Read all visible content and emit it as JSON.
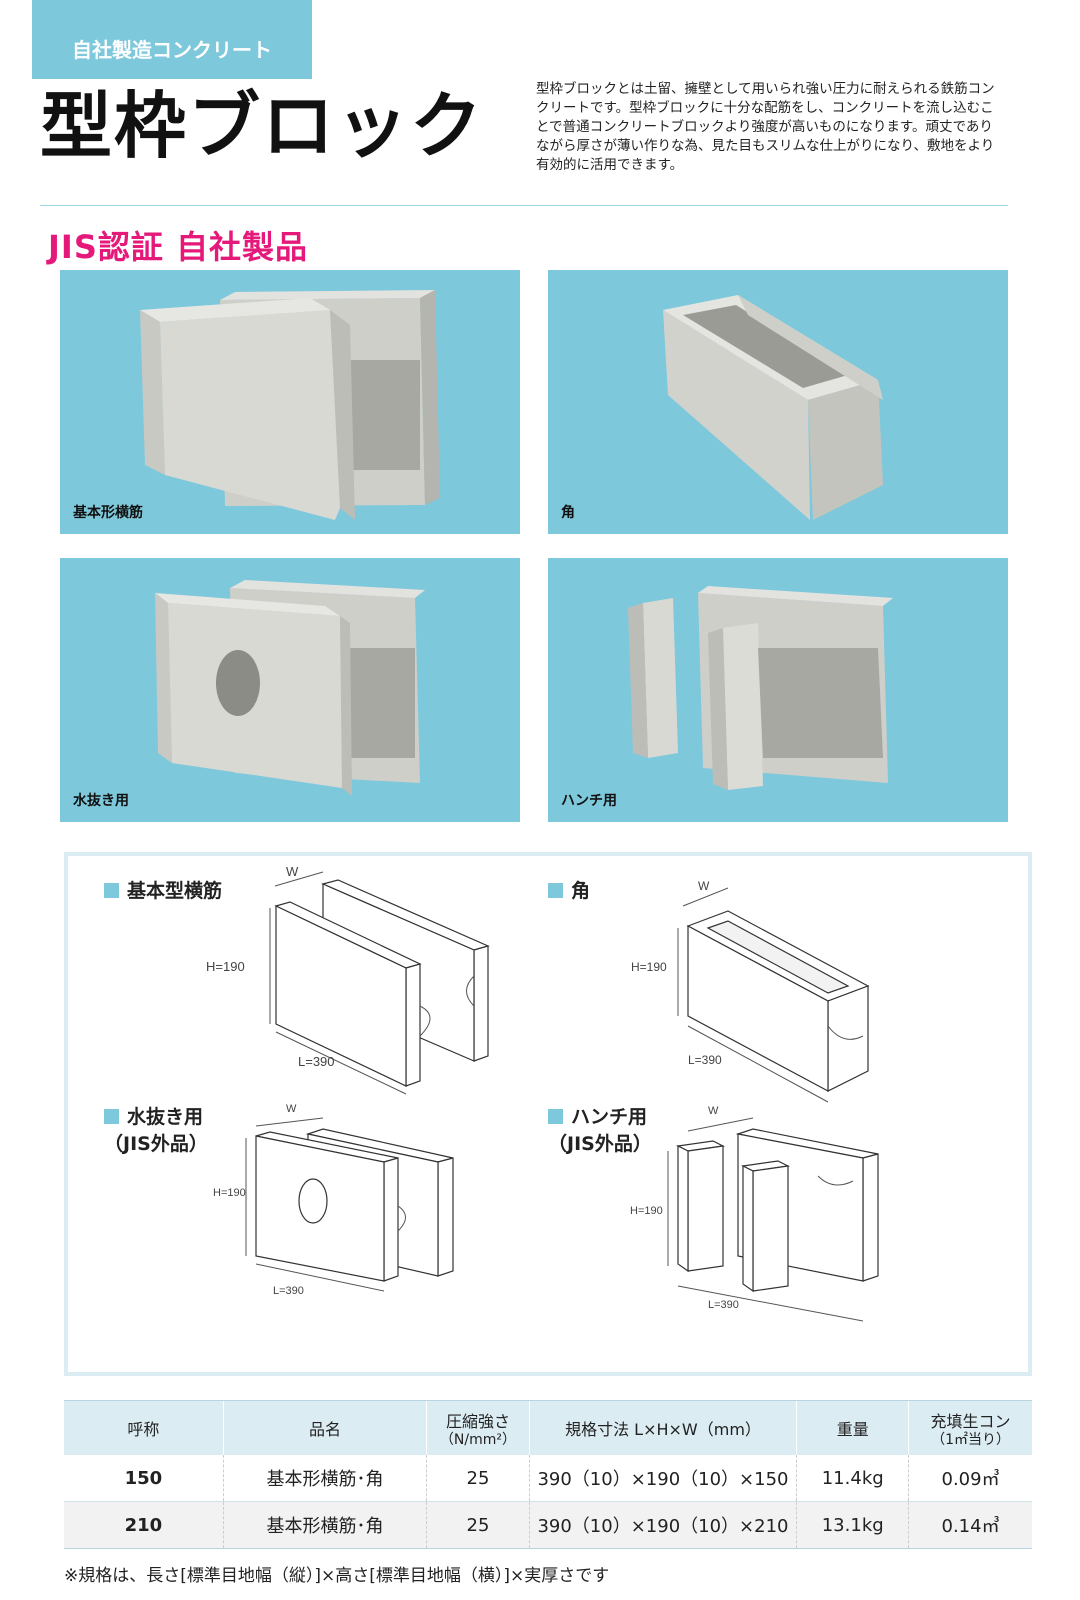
{
  "header": {
    "tag": "自社製造コンクリート",
    "title": "型枠ブロック",
    "description": "型枠ブロックとは土留、擁壁として用いられ強い圧力に耐えられる鉄筋コンクリートです。型枠ブロックに十分な配筋をし、コンクリートを流し込むことで普通コンクリートブロックより強度が高いものになります。頑丈でありながら厚さが薄い作りな為、見た目もスリムな仕上がりになり、敷地をより有効的に活用できます。"
  },
  "jis_heading": "JIS認証 自社製品",
  "photos": [
    {
      "label": "基本形横筋"
    },
    {
      "label": "角"
    },
    {
      "label": "水抜き用"
    },
    {
      "label": "ハンチ用"
    }
  ],
  "diagrams": {
    "basic": {
      "title": "基本型横筋",
      "w": "W",
      "h": "H=190",
      "l": "L=390"
    },
    "corner": {
      "title": "角",
      "w": "W",
      "h": "H=190",
      "l": "L=390"
    },
    "drain": {
      "title": "水抜き用",
      "sub": "（JIS外品）",
      "w": "W",
      "h": "H=190",
      "l": "L=390"
    },
    "haunch": {
      "title": "ハンチ用",
      "sub": "（JIS外品）",
      "w": "W",
      "h": "H=190",
      "l": "L=390"
    }
  },
  "table": {
    "headers": {
      "nominal": "呼称",
      "product": "品名",
      "strength": "圧縮強さ",
      "strength_unit": "（N/mm²）",
      "size": "規格寸法 L×H×W（mm）",
      "weight": "重量",
      "fill": "充填生コン",
      "fill_unit": "（1㎡当り）"
    },
    "rows": [
      {
        "nominal": "150",
        "product": "基本形横筋･角",
        "strength": "25",
        "size": "390（10）×190（10）×150",
        "weight": "11.4kg",
        "fill": "0.09㎥"
      },
      {
        "nominal": "210",
        "product": "基本形横筋･角",
        "strength": "25",
        "size": "390（10）×190（10）×210",
        "weight": "13.1kg",
        "fill": "0.14㎥"
      }
    ]
  },
  "note": "※規格は、長さ[標準目地幅（縦）]×高さ[標準目地幅（横）]×実厚さです",
  "colors": {
    "accent": "#7ec8dc",
    "magenta": "#e4197a",
    "table_header": "#dcecf3"
  }
}
